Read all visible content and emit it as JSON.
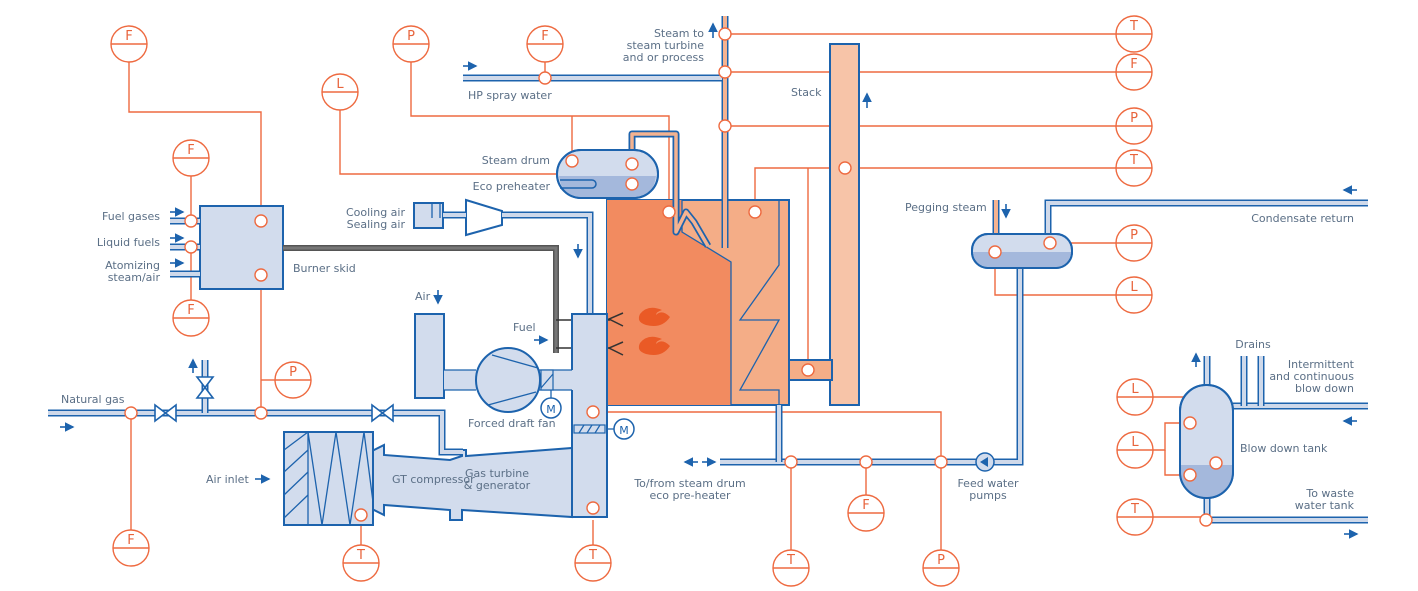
{
  "title": "Combined heat and power plant with heat recovery steam generator - process instrumentation diagram",
  "colors": {
    "pipe": "#1d63ad",
    "pipe_fill": "#d2dced",
    "instrument": "#ee6a40",
    "furnace": "#f28b60",
    "economizer": "#f4ad87",
    "stack": "#f7c4a8",
    "fuel_line": "#555555",
    "label": "#5b6f86"
  },
  "labels": {
    "fuel_gases": "Fuel gases",
    "liquid_fuels": "Liquid fuels",
    "atomizing_1": "Atomizing",
    "atomizing_2": "steam/air",
    "burner_skid": "Burner skid",
    "natural_gas": "Natural gas",
    "air_inlet": "Air inlet",
    "gt_compressor": "GT compressor",
    "gas_turbine_1": "Gas turbine",
    "gas_turbine_2": "& generator",
    "forced_draft_fan": "Forced draft fan",
    "air": "Air",
    "fuel": "Fuel",
    "cooling_air": "Cooling air",
    "sealing_air": "Sealing air",
    "steam_drum": "Steam drum",
    "eco_preheater": "Eco preheater",
    "hp_spray_water": "HP spray water",
    "steam_to_1": "Steam to",
    "steam_to_2": "steam turbine",
    "steam_to_3": "and or process",
    "stack": "Stack",
    "pegging_steam": "Pegging steam",
    "condensate_return": "Condensate return",
    "to_from_1": "To/from steam drum",
    "to_from_2": "eco pre-heater",
    "feed_water_1": "Feed water",
    "feed_water_2": "pumps",
    "drains": "Drains",
    "blowdown_1": "Intermittent",
    "blowdown_2": "and continuous",
    "blowdown_3": "blow down",
    "blow_down_tank": "Blow down tank",
    "waste_1": "To waste",
    "waste_2": "water tank",
    "motor": "M"
  },
  "instruments": [
    {
      "id": "f-burner-top",
      "letter": "F"
    },
    {
      "id": "f-fuel-gases",
      "letter": "F"
    },
    {
      "id": "f-liquid-fuels",
      "letter": "F"
    },
    {
      "id": "p-burner",
      "letter": "P"
    },
    {
      "id": "f-natural-gas",
      "letter": "F"
    },
    {
      "id": "t-air-inlet",
      "letter": "T"
    },
    {
      "id": "t-duct",
      "letter": "T"
    },
    {
      "id": "p-drum",
      "letter": "P"
    },
    {
      "id": "l-drum",
      "letter": "L"
    },
    {
      "id": "f-hp-spray",
      "letter": "F"
    },
    {
      "id": "t-steam",
      "letter": "T"
    },
    {
      "id": "f-steam",
      "letter": "F"
    },
    {
      "id": "p-steam",
      "letter": "P"
    },
    {
      "id": "t-economizer",
      "letter": "T"
    },
    {
      "id": "p-deaerator",
      "letter": "P"
    },
    {
      "id": "l-deaerator",
      "letter": "L"
    },
    {
      "id": "t-feedwater",
      "letter": "T"
    },
    {
      "id": "f-feedwater",
      "letter": "F"
    },
    {
      "id": "p-feedwater",
      "letter": "P"
    },
    {
      "id": "l-blowdown-1",
      "letter": "L"
    },
    {
      "id": "l-blowdown-2",
      "letter": "L"
    },
    {
      "id": "t-blowdown",
      "letter": "T"
    }
  ]
}
